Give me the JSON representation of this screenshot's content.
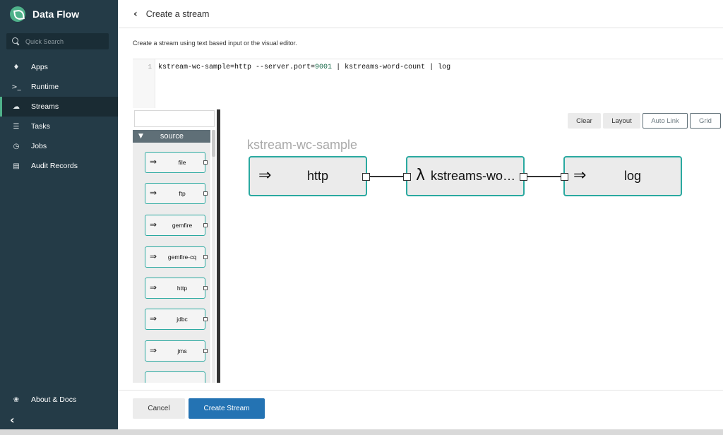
{
  "app": {
    "title": "Data Flow"
  },
  "sidebar": {
    "search_placeholder": "Quick Search",
    "items": [
      {
        "label": "Apps",
        "icon": "tag-icon",
        "active": false
      },
      {
        "label": "Runtime",
        "icon": "terminal-icon",
        "active": false
      },
      {
        "label": "Streams",
        "icon": "cloud-icon",
        "active": true
      },
      {
        "label": "Tasks",
        "icon": "tasks-icon",
        "active": false
      },
      {
        "label": "Jobs",
        "icon": "clock-icon",
        "active": false
      },
      {
        "label": "Audit Records",
        "icon": "audit-icon",
        "active": false
      }
    ],
    "about_label": "About & Docs",
    "accent_color": "#4fb18a"
  },
  "header": {
    "title": "Create a stream"
  },
  "description": "Create a stream using text based input or the visual editor.",
  "editor": {
    "line_number": "1",
    "dsl_prefix": "kstream-wc-sample=http --server.port=",
    "dsl_port": "9001",
    "dsl_suffix": " | kstreams-word-count | log"
  },
  "palette": {
    "filter_value": "",
    "group_label": "source",
    "items": [
      "file",
      "ftp",
      "gemfire",
      "gemfire-cq",
      "http",
      "jdbc",
      "jms"
    ]
  },
  "toolbar": {
    "clear_label": "Clear",
    "layout_label": "Layout",
    "auto_link_label": "Auto Link",
    "grid_label": "Grid"
  },
  "canvas": {
    "stream_name": "kstream-wc-sample",
    "nodes": [
      {
        "label": "http",
        "glyph": "⇒",
        "type": "source"
      },
      {
        "label": "kstreams-wo…",
        "glyph": "λ",
        "type": "processor"
      },
      {
        "label": "log",
        "glyph": "⇒",
        "type": "sink"
      }
    ],
    "node_border_color": "#2aa9a0"
  },
  "footer": {
    "cancel_label": "Cancel",
    "create_label": "Create Stream",
    "primary_color": "#2473b3"
  }
}
